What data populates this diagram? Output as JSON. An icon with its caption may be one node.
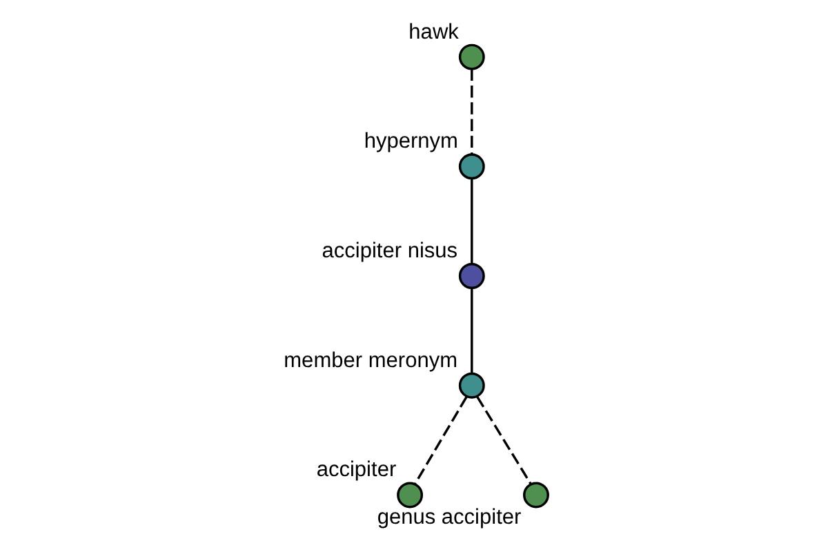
{
  "diagram": {
    "nodes": [
      {
        "text": [
          "hawk"
        ]
      },
      {
        "text": [
          "hypernym"
        ]
      },
      {
        "text": [
          "accipiter nisus"
        ]
      },
      {
        "text": [
          "member meronym"
        ]
      },
      {
        "text": [
          "accipiter"
        ]
      },
      {
        "text": [
          "genus accipiter"
        ]
      }
    ],
    "edges": [
      {
        "from": 0,
        "to": 1,
        "arrow": "none",
        "style": "dashed"
      },
      {
        "from": 1,
        "to": 2,
        "arrow": "none"
      },
      {
        "from": 2,
        "to": 3,
        "arrow": "none"
      },
      {
        "from": 3,
        "to": 4,
        "arrow": "none",
        "style": "dashed"
      },
      {
        "from": 3,
        "to": 5,
        "arrow": "none",
        "style": "dashed"
      }
    ]
  }
}
